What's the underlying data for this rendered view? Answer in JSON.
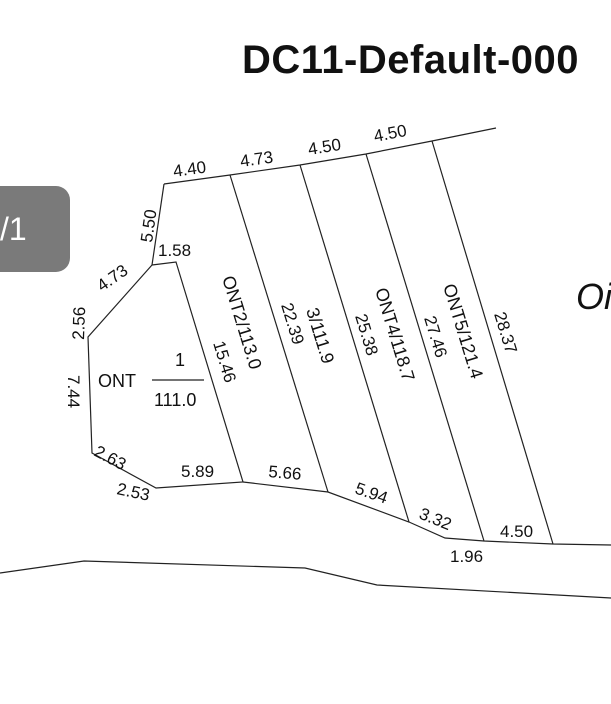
{
  "title": "DC11-Default-000",
  "page_indicator": "/1",
  "side_label": "Oi",
  "parcel_ont": {
    "land_type": "ONT",
    "parcel_number": "1",
    "area": "111.0"
  },
  "parcel_labels": {
    "p2": "ONT2/113.0",
    "p3": "3/111.9",
    "p4": "ONT4/118.7",
    "p5": "ONT5/121.4"
  },
  "dimensions": {
    "top_1": "4.40",
    "top_2": "4.73",
    "top_3": "4.50",
    "top_4": "4.50",
    "left_top": "5.50",
    "inner_top": "1.58",
    "left_diag": "4.73",
    "left_a": "2.56",
    "left_b": "7.44",
    "bottom_left_a": "2.63",
    "bottom_left_b": "2.53",
    "bottom_1": "5.89",
    "bottom_2": "5.66",
    "bottom_3": "5.94",
    "bottom_4": "3.32",
    "bottom_5": "1.96",
    "bottom_6": "4.50",
    "side_2": "15.46",
    "side_3": "22.39",
    "side_4": "25.38",
    "side_5": "27.46",
    "side_6": "28.37"
  }
}
